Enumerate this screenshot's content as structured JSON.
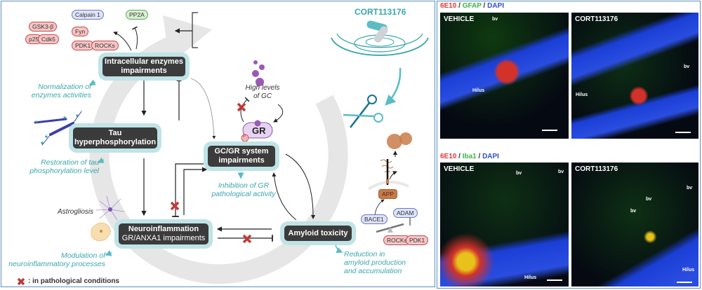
{
  "diagram": {
    "boxes": {
      "intracellular": [
        "Intracellular enzymes",
        "impairments"
      ],
      "tau": [
        "Tau",
        "hyperphosphorylation"
      ],
      "gcgr": [
        "GC/GR system",
        "impairments"
      ],
      "neuro": [
        "Neuroinflammation",
        "GR/ANXA1 impairments"
      ],
      "amyloid": "Amyloid toxicity"
    },
    "enzymes": {
      "left": [
        "GSK3-β",
        "p25",
        "Cdk5"
      ],
      "right": [
        "Calpain 1",
        "Fyn",
        "PDK1",
        "ROCKs"
      ],
      "inhibitor": "PP2A"
    },
    "notes": {
      "enzymes": [
        "Normalization of",
        "enzymes activities"
      ],
      "tau": [
        "Restoration of tau",
        "phosphorylation level"
      ],
      "gr": [
        "Inhibition of GR",
        "pathological activity"
      ],
      "neuro": [
        "Modulation of",
        "neuroinflammatory processes"
      ],
      "amyloid": [
        "Reduction in",
        "amyloid production",
        "and accumulation"
      ]
    },
    "labels": {
      "gc": [
        "High levels",
        "of GC"
      ],
      "gr": "GR",
      "p": "P",
      "astro": "Astrogliosis",
      "drug": "CORT113176",
      "app": "APP",
      "bace": "BACE1",
      "adam": "ADAM",
      "rocks": "ROCKs",
      "pdk1": "PDK1"
    },
    "legend": ": in pathological conditions",
    "colors": {
      "teal": "#3aa6ad",
      "box": "#3b3b3b",
      "halo": "#bfe3e6",
      "cross": "#c0393b"
    }
  },
  "micrographs": {
    "row1_stain": [
      {
        "t": "6E10",
        "c": "#e53935"
      },
      {
        "t": " / ",
        "c": "#333"
      },
      {
        "t": "GFAP",
        "c": "#3bb54a"
      },
      {
        "t": " / ",
        "c": "#333"
      },
      {
        "t": "DAPI",
        "c": "#2d4fd6"
      }
    ],
    "row2_stain": [
      {
        "t": "6E10",
        "c": "#e53935"
      },
      {
        "t": " / ",
        "c": "#333"
      },
      {
        "t": "Iba1",
        "c": "#3bb54a"
      },
      {
        "t": " / ",
        "c": "#333"
      },
      {
        "t": "DAPI",
        "c": "#2d4fd6"
      }
    ],
    "panels": [
      {
        "condition": "VEHICLE",
        "labels": [
          "bv",
          "Hilus"
        ]
      },
      {
        "condition": "CORT113176",
        "labels": [
          "bv",
          "Hilus"
        ]
      },
      {
        "condition": "VEHICLE",
        "labels": [
          "bv",
          "bv",
          "Hilus"
        ]
      },
      {
        "condition": "CORT113176",
        "labels": [
          "bv",
          "bv",
          "bv",
          "Hilus"
        ]
      }
    ]
  }
}
